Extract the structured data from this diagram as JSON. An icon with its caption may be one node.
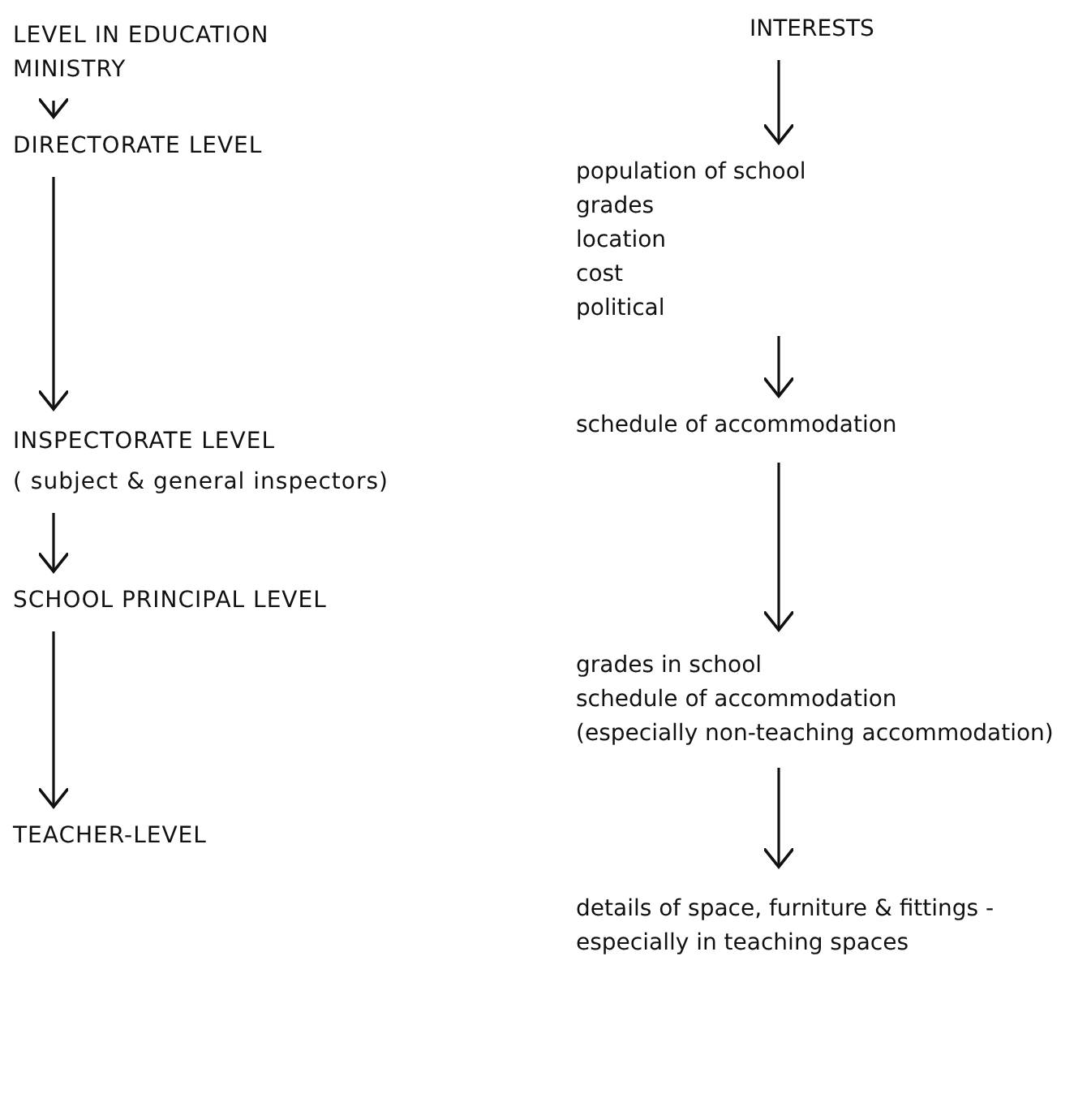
{
  "diagram": {
    "nodes": [
      {
        "text": [
          "LEVEL IN EDUCATION MINISTRY"
        ]
      },
      {
        "text": [
          "DIRECTORATE LEVEL"
        ]
      },
      {
        "text": [
          "INSPECTORATE LEVEL",
          "( subject & general inspectors)"
        ]
      },
      {
        "text": [
          "SCHOOL PRINCIPAL LEVEL"
        ]
      },
      {
        "text": [
          "TEACHER-LEVEL"
        ]
      },
      {
        "text": [
          "INTERESTS"
        ]
      },
      {
        "text": [
          "population of school",
          "grades",
          "location",
          "cost",
          "political"
        ]
      },
      {
        "text": [
          "schedule of accommodation"
        ]
      },
      {
        "text": [
          "grades in school",
          "schedule of accommodation",
          "(especially non-teaching accommodation)"
        ]
      },
      {
        "text": [
          "details of space, furniture & fittings - especially in teaching spaces"
        ]
      }
    ],
    "edges": [
      {
        "from": 0,
        "to": 1,
        "arrow": "to"
      },
      {
        "from": 1,
        "to": 2,
        "arrow": "to"
      },
      {
        "from": 2,
        "to": 3,
        "arrow": "to"
      },
      {
        "from": 3,
        "to": 4,
        "arrow": "to"
      },
      {
        "from": 5,
        "to": 6,
        "arrow": "to"
      },
      {
        "from": 6,
        "to": 7,
        "arrow": "to"
      },
      {
        "from": 7,
        "to": 8,
        "arrow": "to"
      },
      {
        "from": 8,
        "to": 9,
        "arrow": "to"
      }
    ]
  }
}
